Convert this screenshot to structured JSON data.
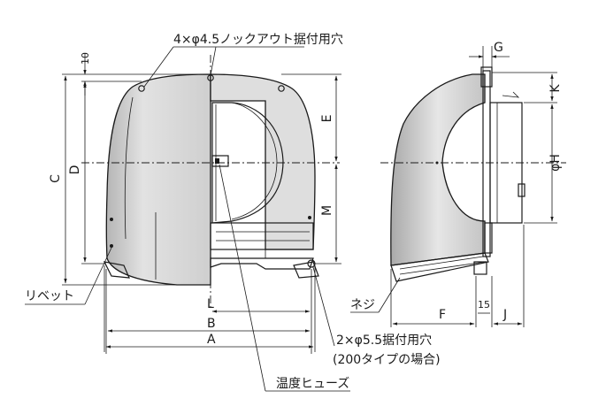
{
  "labels": {
    "knockout_holes": "4×φ4.5ノックアウト据付用穴",
    "rivet": "リベット",
    "mount_holes": "2×φ5.5据付用穴",
    "mount_holes_note": "(200タイプの場合)",
    "thermal_fuse": "温度ヒューズ",
    "screw": "ネジ"
  },
  "dims": {
    "ten": "10",
    "C": "C",
    "D": "D",
    "E": "E",
    "M": "M",
    "L": "L",
    "B": "B",
    "A": "A",
    "G": "G",
    "K": "K",
    "phiH": "φH",
    "F": "F",
    "fifteen": "15",
    "J": "J"
  },
  "colors": {
    "hood_fill": "#d8d8d8",
    "hood_shadow": "#b8b8b8",
    "line": "#1a1a1a"
  }
}
